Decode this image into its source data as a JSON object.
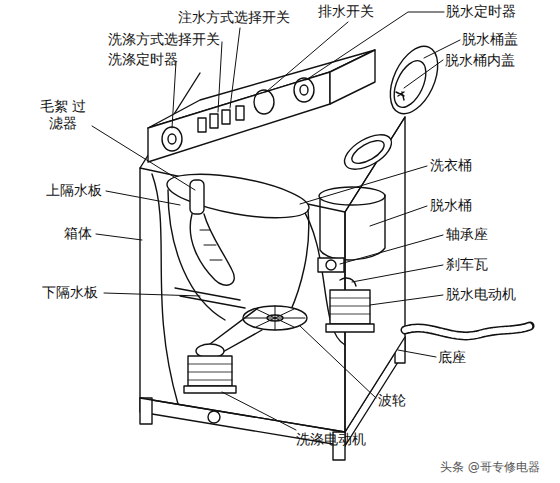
{
  "diagram": {
    "labels": [
      "注水方式选择开关",
      "排水开关",
      "脱水定时器",
      "洗涤方式选择开关",
      "洗涤定时器",
      "脱水桶盖",
      "脱水桶内盖",
      "毛絮 过滤器",
      "上隔水板",
      "洗衣桶",
      "脱水桶",
      "箱体",
      "轴承座",
      "刹车瓦",
      "下隔水板",
      "脱水电动机",
      "底座",
      "波轮",
      "洗涤电动机",
      "头条 @哥专修电器"
    ]
  }
}
